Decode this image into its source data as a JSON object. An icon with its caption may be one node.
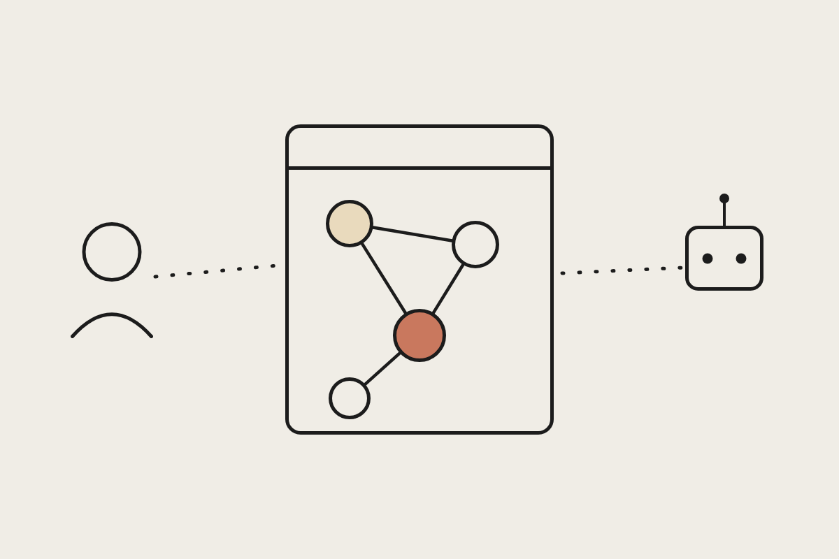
{
  "diagram": {
    "nodes": [
      {
        "text": [],
        "shape": "person"
      },
      {
        "text": [],
        "shape": "box"
      },
      {
        "text": [],
        "shape": "circle",
        "in": 1
      },
      {
        "text": [],
        "shape": "circle",
        "in": 1
      },
      {
        "text": [],
        "shape": "circle",
        "in": 1
      },
      {
        "text": [],
        "shape": "circle",
        "in": 1
      },
      {
        "text": [],
        "shape": "picture"
      }
    ],
    "edges": [
      {
        "from": 0,
        "to": 1,
        "arrow": "none",
        "style": "dashed"
      },
      {
        "from": 1,
        "to": 6,
        "arrow": "none",
        "style": "dashed"
      },
      {
        "from": 2,
        "to": 3,
        "arrow": "none"
      },
      {
        "from": 2,
        "to": 4,
        "arrow": "none"
      },
      {
        "from": 3,
        "to": 4,
        "arrow": "none"
      },
      {
        "from": 4,
        "to": 5,
        "arrow": "none"
      }
    ]
  }
}
